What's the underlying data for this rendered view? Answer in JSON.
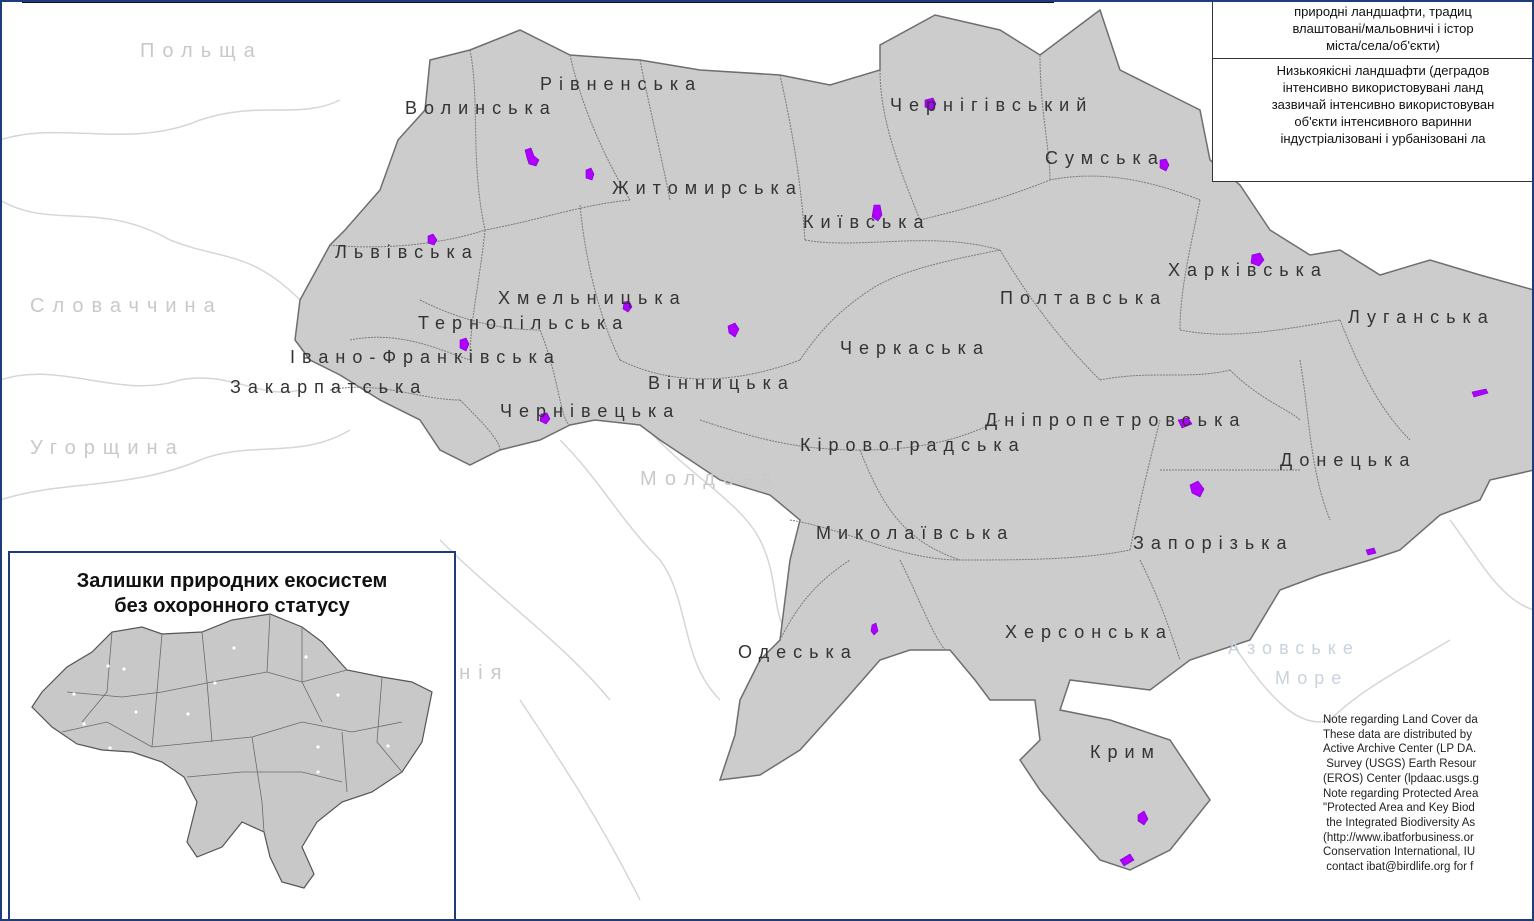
{
  "map": {
    "regions": [
      {
        "id": "volynska",
        "label": "Волинська"
      },
      {
        "id": "rivnenska",
        "label": "Рівненська"
      },
      {
        "id": "chernihivska",
        "label": "Чернігівський"
      },
      {
        "id": "sumska",
        "label": "Сумська"
      },
      {
        "id": "zhytomyrska",
        "label": "Житомирська"
      },
      {
        "id": "kyivska",
        "label": "Київська"
      },
      {
        "id": "lvivska",
        "label": "Львівська"
      },
      {
        "id": "kharkivska",
        "label": "Харківська"
      },
      {
        "id": "khmelnytska",
        "label": "Хмельницька"
      },
      {
        "id": "poltavska",
        "label": "Полтавська"
      },
      {
        "id": "ternopilska",
        "label": "Тернопільська"
      },
      {
        "id": "luhanska",
        "label": "Луганська"
      },
      {
        "id": "ivanofrankivska",
        "label": "Івано-Франківська"
      },
      {
        "id": "cherkaska",
        "label": "Черкаська"
      },
      {
        "id": "zakarpatska",
        "label": "Закарпатська"
      },
      {
        "id": "vinnytska",
        "label": "Вінницька"
      },
      {
        "id": "chernivetska",
        "label": "Чернівецька"
      },
      {
        "id": "dnipropetrovska",
        "label": "Дніпропетровська"
      },
      {
        "id": "kirovohradska",
        "label": "Кіровоградська"
      },
      {
        "id": "donetska",
        "label": "Донецька"
      },
      {
        "id": "mykolaivska",
        "label": "Миколаївська"
      },
      {
        "id": "zaporizka",
        "label": "Запорізька"
      },
      {
        "id": "khersonska",
        "label": "Херсонська"
      },
      {
        "id": "odeska",
        "label": "Одеська"
      },
      {
        "id": "krym",
        "label": "Крим"
      }
    ],
    "countries": [
      "Польща",
      "Словаччина",
      "Угорщина",
      "Молдова",
      "Румунія"
    ],
    "sea": {
      "line1": "Азовське",
      "line2": "Море"
    },
    "colors": {
      "land": "#cccccc",
      "border": "#6e6e6e",
      "highlight": "#b000ff",
      "background": "#ffffff",
      "frame": "#1f3c7a"
    }
  },
  "legend": {
    "block1": [
      "природні ландшафти, традиц",
      "влаштовані/мальовничі і істор",
      "міста/села/об'єкти)"
    ],
    "block2": [
      "Низькоякісні ландшафти (деградов",
      "інтенсивно використовувані ланд",
      "зазвичай інтенсивно використовуван",
      "об'єкти інтенсивного варинни",
      "індустріалізовані і урбанізовані ла"
    ]
  },
  "note": {
    "lines": [
      "Note regarding Land Cover da",
      "These data are distributed by",
      "Active Archive Center (LP DA.",
      " Survey (USGS) Earth Resour",
      "(EROS) Center (lpdaac.usgs.g",
      "Note regarding Protected Area",
      "\"Protected Area and Key Biod",
      " the Integrated Biodiversity As",
      "(http://www.ibatforbusiness.or",
      "Conservation International, IU",
      " contact ibat@birdlife.org for f"
    ]
  },
  "inset": {
    "title_line1": "Залишки природних екосистем",
    "title_line2": "без охоронного статусу"
  }
}
